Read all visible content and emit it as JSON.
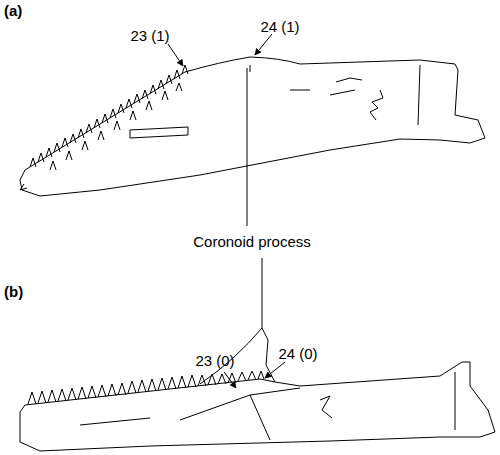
{
  "diagram": {
    "labels": [
      "(a)",
      "23 (1)",
      "24 (1)",
      "Coronoid process",
      "(b)",
      "23 (0)",
      "24 (0)"
    ]
  }
}
